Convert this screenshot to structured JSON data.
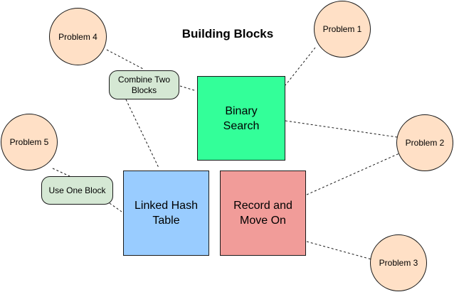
{
  "title": "Building Blocks",
  "blocks": {
    "binary_search": [
      "Binary",
      "Search"
    ],
    "linked_hash_table": [
      "Linked Hash",
      "Table"
    ],
    "record_and_move_on": [
      "Record and",
      "Move On"
    ]
  },
  "connectors": {
    "combine_two_blocks": [
      "Combine Two",
      "Blocks"
    ],
    "use_one_block": "Use One Block"
  },
  "problems": {
    "p1": "Problem 1",
    "p2": "Problem 2",
    "p3": "Problem 3",
    "p4": "Problem 4",
    "p5": "Problem 5"
  },
  "colors": {
    "binary_search": "#33ff99",
    "linked_hash_table": "#99ccff",
    "record_and_move_on": "#f19c99",
    "problem": "#ffe0c6",
    "connector": "#d5e8d4"
  }
}
